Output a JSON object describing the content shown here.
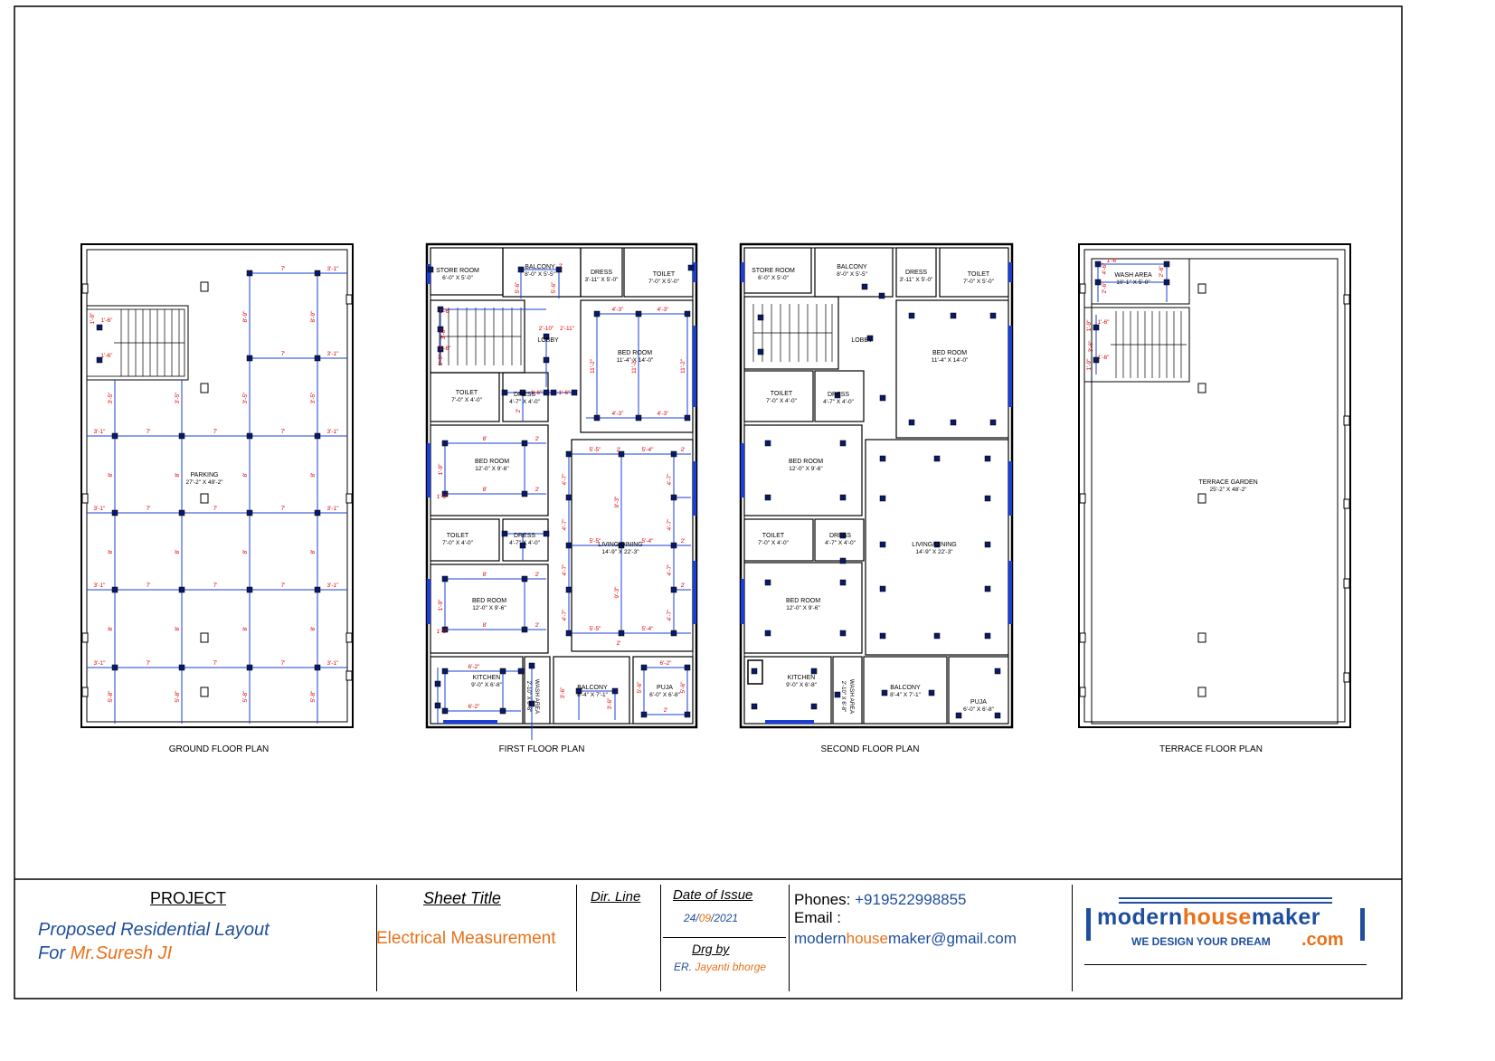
{
  "plans": [
    {
      "id": "ground",
      "title": "GROUND FLOOR PLAN",
      "rooms": [
        {
          "name": "PARKING",
          "dim": "27'-2\" X 49'-2\""
        }
      ],
      "measure_labels": [
        "7'",
        "3'-1\"",
        "8'-9\"",
        "5'-8\"",
        "8'",
        "1'-9\"",
        "1'-6\"",
        "3'-5\""
      ]
    },
    {
      "id": "first",
      "title": "FIRST FLOOR PLAN",
      "rooms": [
        {
          "name": "STORE ROOM",
          "dim": "6'-0\" X 5'-0\""
        },
        {
          "name": "BALCONY",
          "dim": "8'-0\" X 5'-5\""
        },
        {
          "name": "DRESS",
          "dim": "3'-11\" X 5'-0\""
        },
        {
          "name": "TOILET",
          "dim": "7'-0\" X 5'-0\""
        },
        {
          "name": "LOBBY",
          "dim": ""
        },
        {
          "name": "BED ROOM",
          "dim": "11'-4\" X 14'-0\""
        },
        {
          "name": "TOILET",
          "dim": "7'-0\" X 4'-0\""
        },
        {
          "name": "DRESS",
          "dim": "4'-7\" X 4'-0\""
        },
        {
          "name": "BED ROOM",
          "dim": "12'-0\" X 9'-6\""
        },
        {
          "name": "LIVING/DINING",
          "dim": "14'-9\" X 22'-3\""
        },
        {
          "name": "TOILET",
          "dim": "7'-0\" X 4'-0\""
        },
        {
          "name": "DRESS",
          "dim": "4'-7\" X 4'-0\""
        },
        {
          "name": "BED ROOM",
          "dim": "12'-0\" X 9'-6\""
        },
        {
          "name": "KITCHEN",
          "dim": "9'-0\" X 6'-8\""
        },
        {
          "name": "WASH AREA",
          "dim": "2'-10\" X 6'-8\""
        },
        {
          "name": "BALCONY",
          "dim": "8'-4\" X 7'-1\""
        },
        {
          "name": "PUJA",
          "dim": "6'-0\" X 6'-8\""
        }
      ],
      "measure_labels": [
        "2'",
        "8'",
        "5'-5\"",
        "5'-4\"",
        "4'-3\"",
        "4'-7\"",
        "9'-3\"",
        "11'-2\"",
        "1'-9\"",
        "6'-2\"",
        "3'-6\"",
        "2'-10\"",
        "2'-11\"",
        "1'-6\"",
        "5'-6\""
      ]
    },
    {
      "id": "second",
      "title": "SECOND FLOOR PLAN",
      "rooms": [
        {
          "name": "STORE ROOM",
          "dim": "6'-0\" X 5'-0\""
        },
        {
          "name": "BALCONY",
          "dim": "8'-0\" X 5'-5\""
        },
        {
          "name": "DRESS",
          "dim": "3'-11\" X 5'-0\""
        },
        {
          "name": "TOILET",
          "dim": "7'-0\" X 5'-0\""
        },
        {
          "name": "LOBBY",
          "dim": ""
        },
        {
          "name": "BED ROOM",
          "dim": "11'-4\" X 14'-0\""
        },
        {
          "name": "TOILET",
          "dim": "7'-0\" X 4'-0\""
        },
        {
          "name": "DRESS",
          "dim": "4'-7\" X 4'-0\""
        },
        {
          "name": "BED ROOM",
          "dim": "12'-0\" X 9'-6\""
        },
        {
          "name": "LIVING/DINING",
          "dim": "14'-9\" X 22'-3\""
        },
        {
          "name": "TOILET",
          "dim": "7'-0\" X 4'-0\""
        },
        {
          "name": "DRESS",
          "dim": "4'-7\" X 4'-0\""
        },
        {
          "name": "BED ROOM",
          "dim": "12'-0\" X 9'-6\""
        },
        {
          "name": "KITCHEN",
          "dim": "9'-0\" X 6'-8\""
        },
        {
          "name": "WASH AREA",
          "dim": "2'-10\" X 6'-8\""
        },
        {
          "name": "BALCONY",
          "dim": "8'-4\" X 7'-1\""
        },
        {
          "name": "PUJA",
          "dim": "6'-0\" X 6'-8\""
        }
      ]
    },
    {
      "id": "terrace",
      "title": "TERRACE FLOOR PLAN",
      "rooms": [
        {
          "name": "WASH AREA",
          "dim": "10'-1\" X 5'-0\""
        },
        {
          "name": "TERRACE GARDEN",
          "dim": "25'-2\" X 48'-2\""
        }
      ],
      "measure_labels": [
        "1'-9\"",
        "1'-6\"",
        "3'-6\"",
        "2'-6\"",
        "4'-6\""
      ]
    }
  ],
  "title_block": {
    "project_heading": "PROJECT",
    "project_line1": "Proposed Residential Layout",
    "project_line2_prefix": "For ",
    "project_line2_name": "Mr.Suresh JI",
    "sheet_title_heading": "Sheet Title",
    "sheet_title_value": "Electrical Measurement",
    "dir_line": "Dir. Line",
    "date_heading": "Date of Issue",
    "date_day": "24/",
    "date_month": "09",
    "date_year": "/2021",
    "drg_heading": "Drg by",
    "drg_prefix": "ER. ",
    "drg_name": "Jayanti bhorge",
    "phones_label": "Phones:",
    "phones_value": "+919522998855",
    "email_label": "Email :",
    "email_a": "modern",
    "email_b": "house",
    "email_c": "maker",
    "email_d": "@gmail.com",
    "logo_part1": "modern",
    "logo_part2": "house",
    "logo_part3": "maker",
    "logo_tagline": "WE DESIGN YOUR DREAM",
    "logo_com": ".com"
  },
  "colors": {
    "wall": "#000000",
    "measure_line": "#1a3fd6",
    "measure_text": "#e00000",
    "point_marker": "#0a1a66",
    "accent_blue": "#1f4e9c",
    "accent_orange": "#e8711a"
  }
}
